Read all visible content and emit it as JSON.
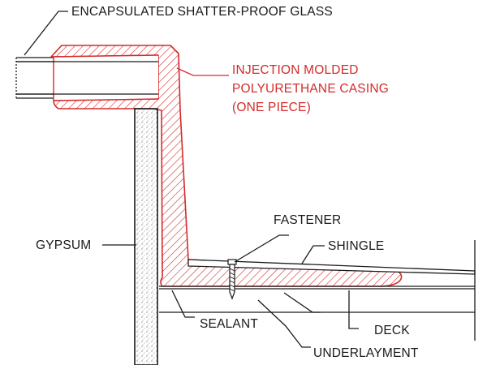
{
  "labels": {
    "glass": "ENCAPSULATED SHATTER-PROOF GLASS",
    "casing_line1": "INJECTION MOLDED",
    "casing_line2": "POLYURETHANE CASING",
    "casing_line3": "(ONE PIECE)",
    "fastener": "FASTENER",
    "shingle": "SHINGLE",
    "gypsum": "GYPSUM",
    "sealant": "SEALANT",
    "deck": "DECK",
    "underlayment": "UNDERLAYMENT"
  },
  "colors": {
    "casing": "#d42a2a",
    "ink": "#1a1a1a"
  }
}
